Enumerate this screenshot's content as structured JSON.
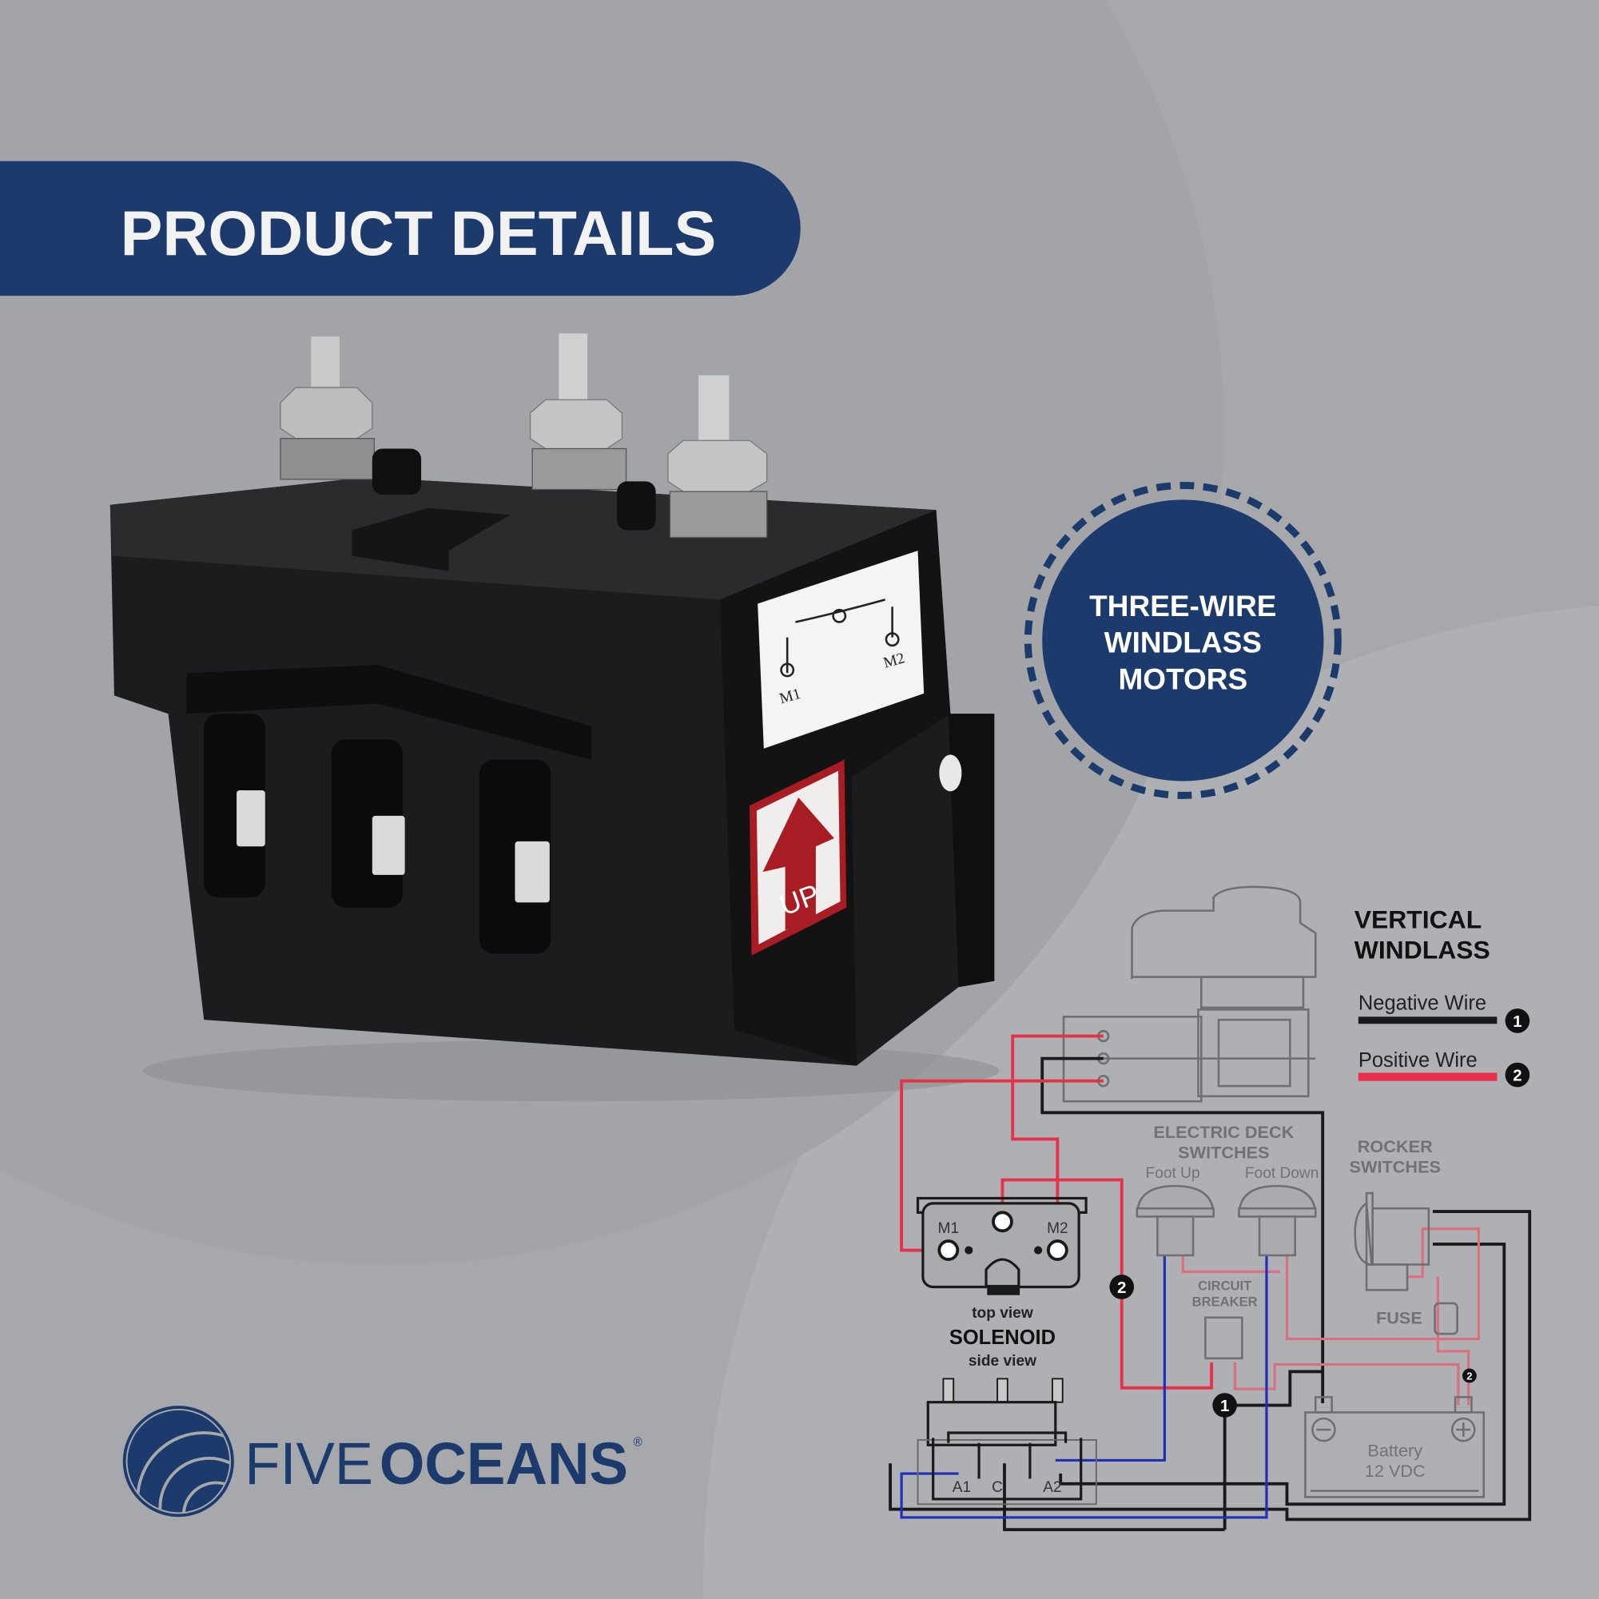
{
  "banner": {
    "title": "PRODUCT DETAILS"
  },
  "badge": {
    "lines": [
      "THREE-WIRE",
      "WINDLASS",
      "MOTORS"
    ]
  },
  "product": {
    "label_m1": "M1",
    "label_m2": "M2",
    "sticker": "UP"
  },
  "diagram": {
    "title_lines": [
      "VERTICAL",
      "WINDLASS"
    ],
    "legend": [
      {
        "label": "Negative Wire",
        "number": "1",
        "color": "#1a1a1a"
      },
      {
        "label": "Positive Wire",
        "number": "2",
        "color": "#e8304a"
      }
    ],
    "deck_switches": {
      "title_lines": [
        "ELECTRIC DECK",
        "SWITCHES"
      ],
      "foot_up": "Foot Up",
      "foot_down": "Foot Down"
    },
    "rocker_switches": {
      "title_lines": [
        "ROCKER",
        "SWITCHES"
      ]
    },
    "circuit_breaker": {
      "title_lines": [
        "CIRCUIT",
        "BREAKER"
      ]
    },
    "fuse": "FUSE",
    "solenoid": {
      "top_view": "top view",
      "title": "SOLENOID",
      "side_view": "side view",
      "m1": "M1",
      "m2": "M2",
      "a1": "A1",
      "c": "C",
      "a2": "A2"
    },
    "battery": {
      "label": "Battery",
      "voltage": "12 VDC"
    },
    "markers": {
      "one": "1",
      "two": "2"
    }
  },
  "logo": {
    "five": "FIVE",
    "oceans": "OCEANS",
    "registered": "®"
  },
  "colors": {
    "navy": "#1c3a6b",
    "background": "#a6a8ab",
    "red": "#e8304a",
    "blue": "#1f2fb8"
  }
}
